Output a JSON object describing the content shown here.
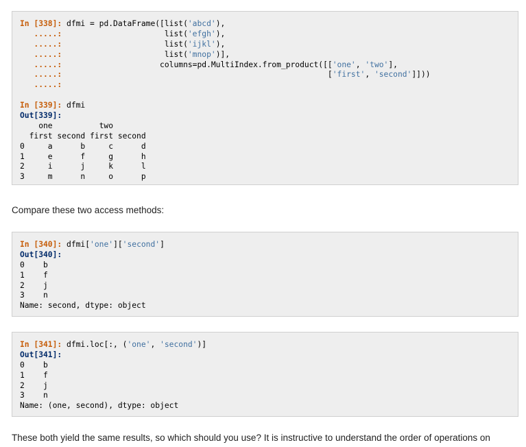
{
  "block1": {
    "in_prompt": "In [338]:",
    "cont_prompt": "   .....:",
    "in_lines": [
      "dfmi = pd.DataFrame([list('abcd'),",
      "                     list('efgh'),",
      "                     list('ijkl'),",
      "                     list('mnop')],",
      "                    columns=pd.MultiIndex.from_product([['one', 'two'],",
      "                                                        ['first', 'second']]))",
      ""
    ],
    "in2_prompt": "In [339]:",
    "in2_code": "dfmi",
    "out_prompt": "Out[339]:",
    "output": [
      "    one          two",
      "  first second first second",
      "0     a      b     c      d",
      "1     e      f     g      h",
      "2     i      j     k      l",
      "3     m      n     o      p"
    ]
  },
  "prose1": "Compare these two access methods:",
  "block2": {
    "in_prompt": "In [340]:",
    "in_code": "dfmi['one']['second']",
    "out_prompt": "Out[340]:",
    "output": [
      "0    b",
      "1    f",
      "2    j",
      "3    n",
      "Name: second, dtype: object"
    ]
  },
  "block3": {
    "in_prompt": "In [341]:",
    "in_code": "dfmi.loc[:, ('one', 'second')]",
    "out_prompt": "Out[341]:",
    "output": [
      "0    b",
      "1    f",
      "2    j",
      "3    n",
      "Name: (one, second), dtype: object"
    ]
  },
  "prose2": "These both yield the same results, so which should you use? It is instructive to understand the order of operations on"
}
